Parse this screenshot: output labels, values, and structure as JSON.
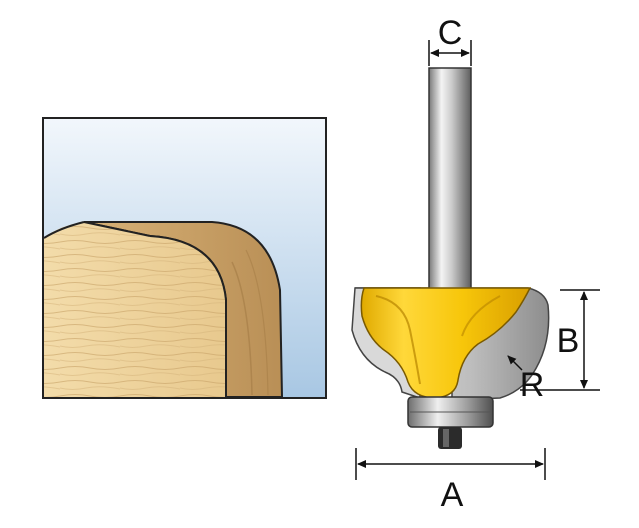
{
  "labels": {
    "a": "A",
    "b": "B",
    "c": "C",
    "r": "R"
  },
  "colors": {
    "background": "#ffffff",
    "sky_top": "#eef5fb",
    "sky_bottom": "#a9c8e4",
    "wood_light": "#f1d7a2",
    "wood_dark": "#c8a064",
    "wood_grain": "#b68c55",
    "cutter_yellow": "#f6c70d",
    "cutter_shadow": "#d9a500",
    "steel_light": "#e9e9e9",
    "steel_dark": "#6f6f6f",
    "line": "#111111"
  },
  "icons": {
    "board": "rounded-edge-board-icon",
    "router_bit": "round-over-router-bit-icon"
  }
}
